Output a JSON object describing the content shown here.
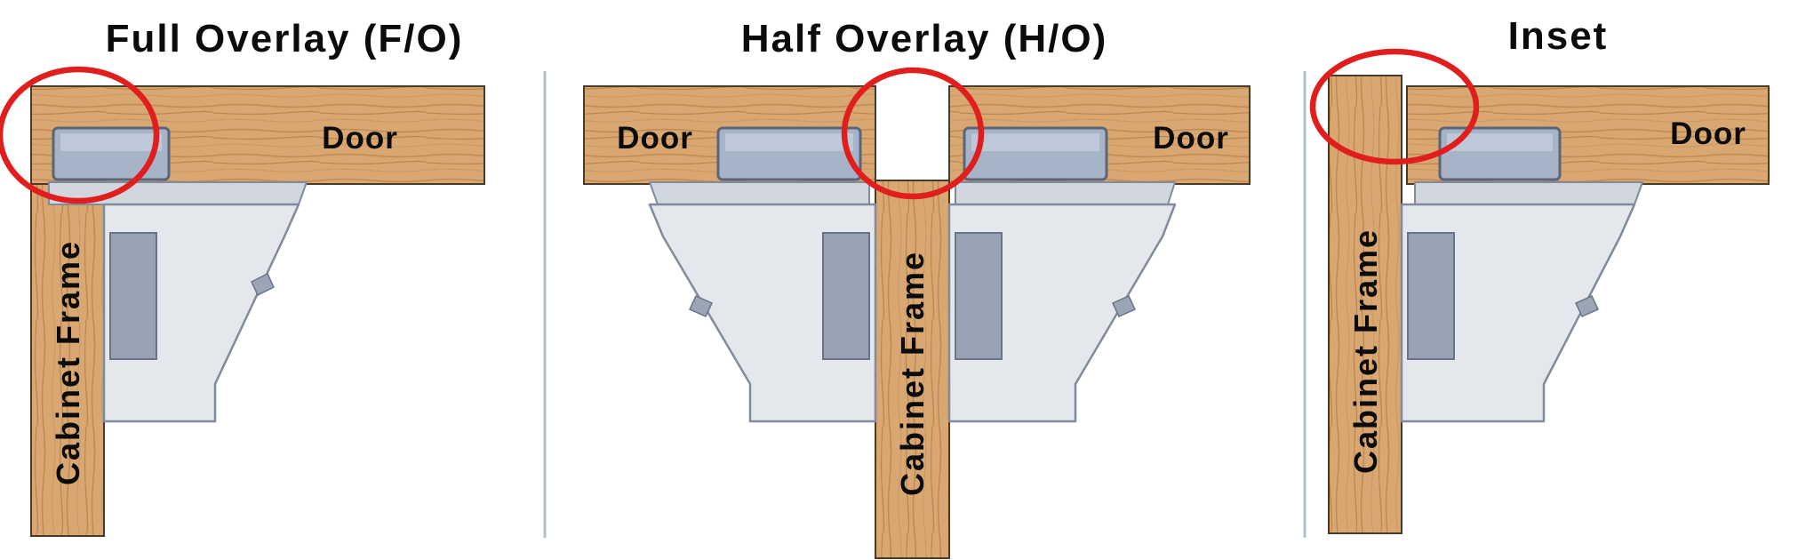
{
  "colors": {
    "background": "#ffffff",
    "wood_base": "#d8a772",
    "wood_grain_dark": "#b07c42",
    "wood_outline": "#4a3a28",
    "hinge_body": "#e4e7ec",
    "hinge_flange": "#d2d6de",
    "hinge_cup": "#a7b4c8",
    "hinge_plate": "#97a2b4",
    "highlight_circle": "#e01e1e",
    "divider": "#afc0ca",
    "text": "#0b0b0b"
  },
  "panels": [
    {
      "id": "full-overlay",
      "title": "Full Overlay (F/O)",
      "door_label": "Door",
      "frame_label": "Cabinet Frame"
    },
    {
      "id": "half-overlay",
      "title": "Half Overlay (H/O)",
      "door_left_label": "Door",
      "door_right_label": "Door",
      "frame_label": "Cabinet Frame"
    },
    {
      "id": "inset",
      "title": "Inset",
      "door_label": "Door",
      "frame_label": "Cabinet Frame"
    }
  ]
}
